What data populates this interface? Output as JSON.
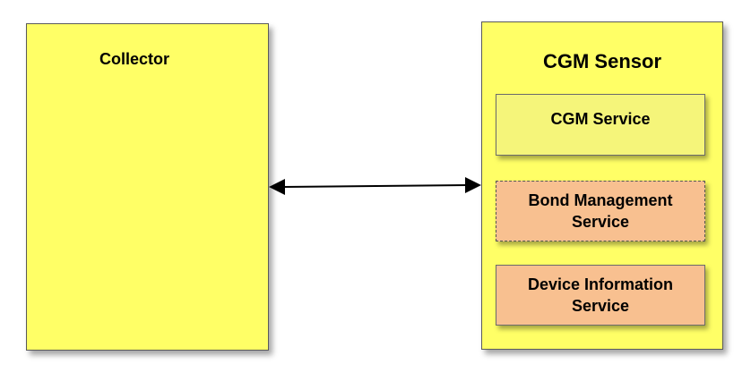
{
  "collector": {
    "title": "Collector"
  },
  "sensor": {
    "title": "CGM Sensor",
    "services": [
      {
        "label": "CGM Service"
      },
      {
        "label": "Bond Management\nService"
      },
      {
        "label": "Device Information\nService"
      }
    ]
  },
  "colors": {
    "box_fill": "#ffff66",
    "cgm_service_fill": "#f5f57a",
    "service_fill": "#f8c090",
    "arrow": "#000000"
  }
}
